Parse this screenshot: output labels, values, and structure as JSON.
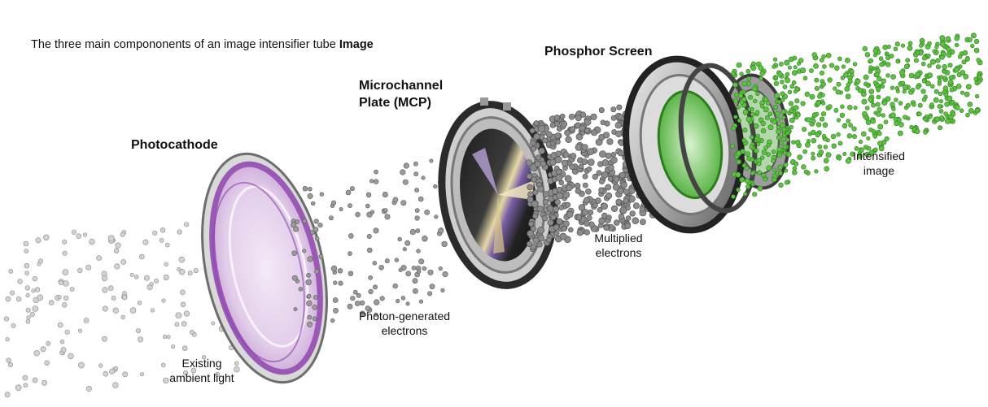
{
  "caption": {
    "text": "The three main compononents of an image intensifier tube",
    "bold": "Image"
  },
  "labels": {
    "phosphor_screen": "Phosphor Screen",
    "mcp_line1": "Microchannel",
    "mcp_line2": "Plate (MCP)",
    "photocathode": "Photocathode",
    "intensified_line1": "Intensified",
    "intensified_line2": "image",
    "multiplied_line1": "Multiplied",
    "multiplied_line2": "electrons",
    "photon_line1": "Photon-generated",
    "photon_line2": "electrons",
    "ambient_line1": "Existing",
    "ambient_line2": "ambient light"
  },
  "colors": {
    "photocathode_tint": "#b05fc8",
    "mcp_ring": "#2b2b2b",
    "electron_grey": "#8a8a8a",
    "phosphor_green": "#3fae2a",
    "ambient_particle": "#bdbdbd"
  }
}
